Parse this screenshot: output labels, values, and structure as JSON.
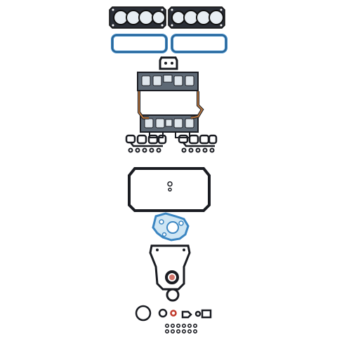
{
  "colors": {
    "background": "#ffffff",
    "gasket_black": "#1a1c22",
    "gasket_blue": "#3b86c2",
    "light_blue": "#8ec4e6",
    "fill_grey": "#6f7a85",
    "copper": "#b8763f"
  },
  "parts": [
    {
      "name": "head-gasket-left",
      "color": "gasket_black"
    },
    {
      "name": "head-gasket-right",
      "color": "gasket_black"
    },
    {
      "name": "valve-cover-gasket-left",
      "color": "gasket_blue"
    },
    {
      "name": "valve-cover-gasket-right",
      "color": "gasket_blue"
    },
    {
      "name": "throttle-body-gasket",
      "color": "gasket_black"
    },
    {
      "name": "intake-manifold-gasket",
      "color": "gasket_black"
    },
    {
      "name": "end-seal-left",
      "color": "copper"
    },
    {
      "name": "end-seal-right",
      "color": "copper"
    },
    {
      "name": "exhaust-manifold-gasket-left",
      "color": "gasket_black"
    },
    {
      "name": "exhaust-manifold-gasket-right",
      "color": "gasket_black"
    },
    {
      "name": "oil-pan-gasket",
      "color": "gasket_black"
    },
    {
      "name": "water-pump-gasket",
      "color": "light_blue"
    },
    {
      "name": "timing-cover-gasket",
      "color": "gasket_black"
    },
    {
      "name": "rear-main-seal",
      "color": "gasket_black"
    },
    {
      "name": "small-seals-and-orings",
      "color": "gasket_black"
    }
  ]
}
